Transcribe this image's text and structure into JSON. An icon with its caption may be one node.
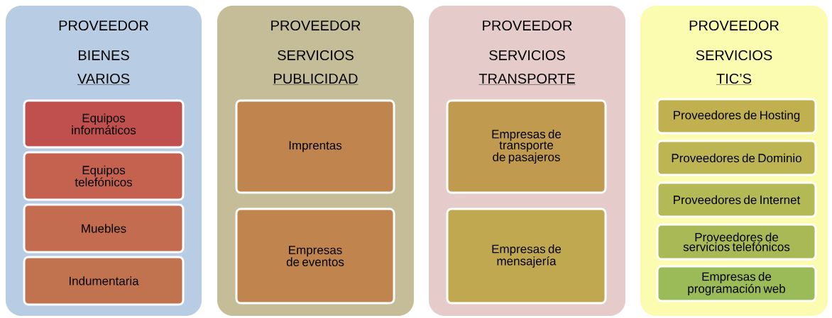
{
  "diagram": {
    "nodes": [
      {
        "text": [
          "PROVEEDOR",
          "BIENES",
          "VARIOS"
        ]
      },
      {
        "text": [
          "Equipos informáticos"
        ],
        "in": 0
      },
      {
        "text": [
          "Equipos telefónicos"
        ],
        "in": 0
      },
      {
        "text": [
          "Muebles"
        ],
        "in": 0
      },
      {
        "text": [
          "Indumentaria"
        ],
        "in": 0
      },
      {
        "text": [
          "PROVEEDOR",
          "SERVICIOS",
          "PUBLICIDAD"
        ]
      },
      {
        "text": [
          "Imprentas"
        ],
        "in": 5
      },
      {
        "text": [
          "Empresas de eventos"
        ],
        "in": 5
      },
      {
        "text": [
          "PROVEEDOR",
          "SERVICIOS",
          "TRANSPORTE"
        ]
      },
      {
        "text": [
          "Empresas de transporte de pasajeros"
        ],
        "in": 8
      },
      {
        "text": [
          "Empresas de mensajería"
        ],
        "in": 8
      },
      {
        "text": [
          "PROVEEDOR",
          "SERVICIOS",
          "TIC’S"
        ]
      },
      {
        "text": [
          "Proveedores de Hosting"
        ],
        "in": 11
      },
      {
        "text": [
          "Proveedores de Dominio"
        ],
        "in": 11
      },
      {
        "text": [
          "Proveedores de Internet"
        ],
        "in": 11
      },
      {
        "text": [
          "Proveedores de servicios telefónicos"
        ],
        "in": 11
      },
      {
        "text": [
          "Empresas de programación web"
        ],
        "in": 11
      }
    ]
  }
}
